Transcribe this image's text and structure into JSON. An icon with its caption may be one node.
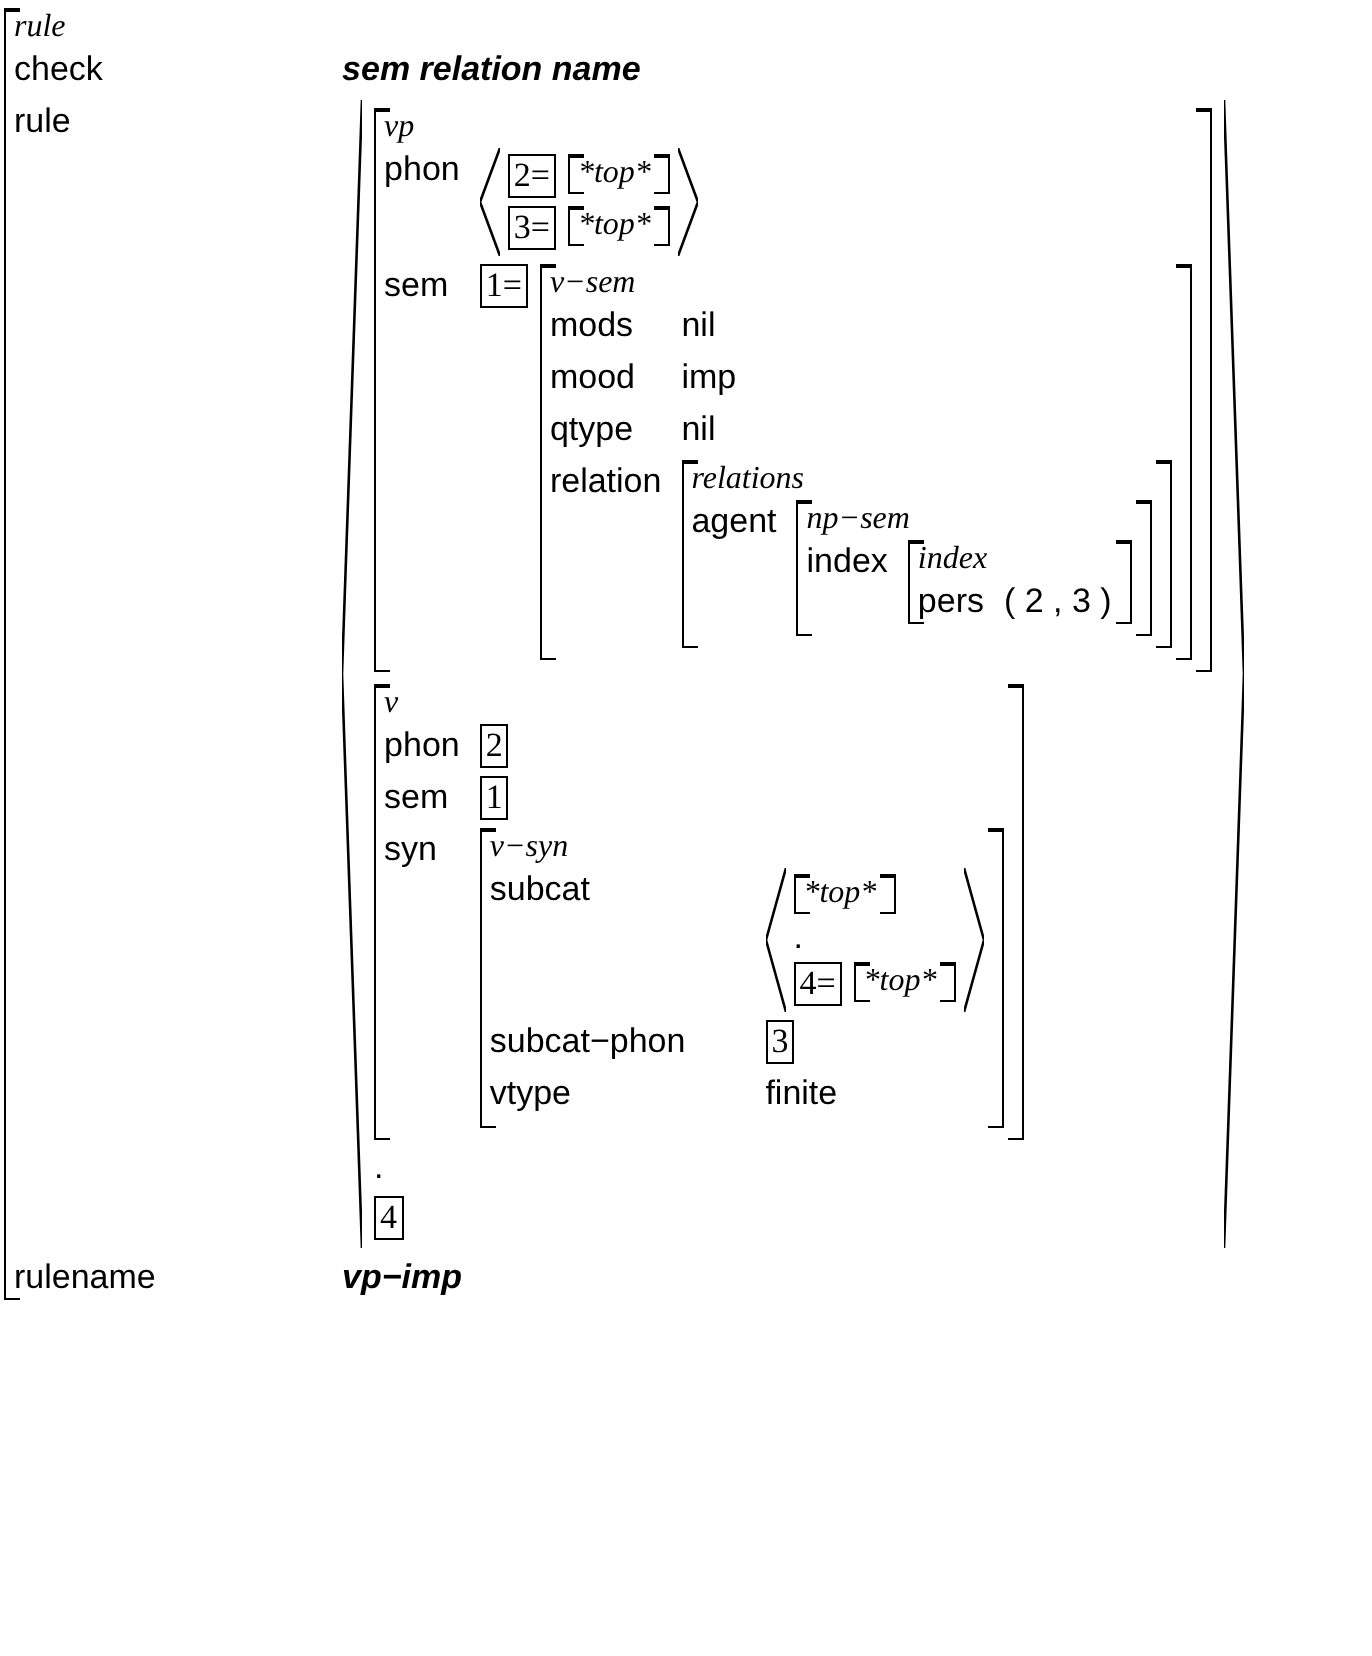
{
  "diagram": {
    "nodes": [
      {
        "text": [
          "rule",
          "check",
          "sem relation name",
          "rule",
          ".",
          "rulename",
          "vp−imp"
        ]
      },
      {
        "text": [
          "vp",
          "phon",
          "sem"
        ],
        "in": 0
      },
      {
        "text": [
          "2="
        ],
        "in": 1
      },
      {
        "text": [
          "*top*"
        ],
        "in": 1
      },
      {
        "text": [
          "3="
        ],
        "in": 1
      },
      {
        "text": [
          "*top*"
        ],
        "in": 1
      },
      {
        "text": [
          "1="
        ],
        "in": 1
      },
      {
        "text": [
          "v−sem",
          "mods",
          "nil",
          "mood",
          "imp",
          "qtype",
          "nil",
          "relation"
        ],
        "in": 1
      },
      {
        "text": [
          "relations",
          "agent"
        ],
        "in": 7
      },
      {
        "text": [
          "np−sem",
          "index"
        ],
        "in": 8
      },
      {
        "text": [
          "index",
          "pers",
          "( 2 , 3 )"
        ],
        "in": 9
      },
      {
        "text": [
          "v",
          "phon",
          "sem",
          "syn"
        ],
        "in": 0
      },
      {
        "text": [
          "2"
        ],
        "in": 11
      },
      {
        "text": [
          "1"
        ],
        "in": 11
      },
      {
        "text": [
          "v−syn",
          "subcat",
          ".",
          "subcat−phon",
          "vtype",
          "finite"
        ],
        "in": 11
      },
      {
        "text": [
          "*top*"
        ],
        "in": 14
      },
      {
        "text": [
          "4="
        ],
        "in": 14
      },
      {
        "text": [
          "*top*"
        ],
        "in": 14
      },
      {
        "text": [
          "3"
        ],
        "in": 14
      },
      {
        "text": [
          "4"
        ],
        "in": 0
      }
    ]
  }
}
